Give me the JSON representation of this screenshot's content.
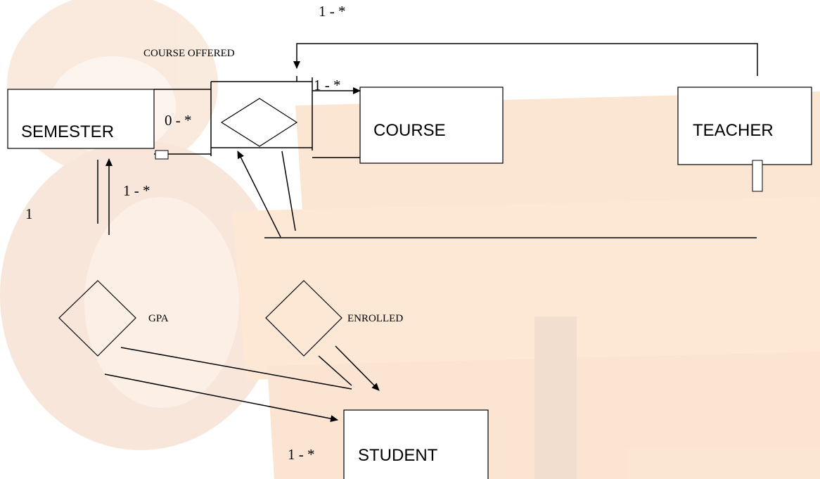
{
  "entities": {
    "semester": "SEMESTER",
    "course": "COURSE",
    "teacher": "TEACHER",
    "student": "STUDENT"
  },
  "relationships": {
    "course_offered": "COURSE OFFERED",
    "gpa": "GPA",
    "enrolled": "ENROLLED"
  },
  "multiplicities": {
    "top": "1 - *",
    "course_offered_to_course": "1 - *",
    "semester_right": "0 - *",
    "semester_down": "1 - *",
    "left_one": "1",
    "student_left": "1 - *"
  },
  "colors": {
    "line": "#000000",
    "watermark_orange": "#f5b06a",
    "watermark_pink": "#f4a7a0"
  }
}
